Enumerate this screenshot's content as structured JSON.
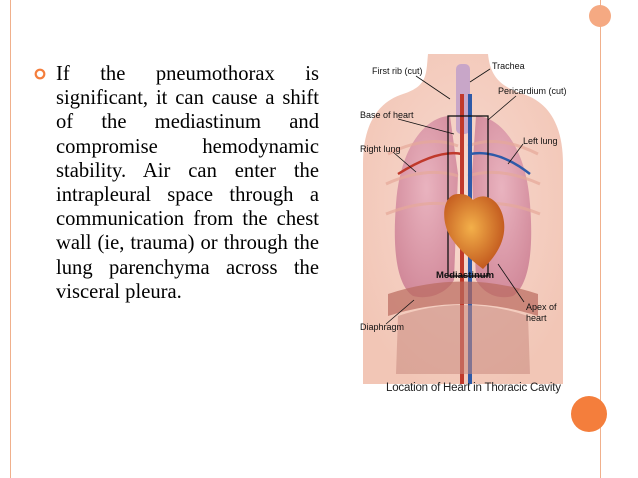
{
  "slide": {
    "bullet_text": "If the pneumothorax is significant, it can cause a shift of the mediastinum and compromise hemodynamic stability. Air can enter the intrapleural space through a communication from the chest wall (ie, trauma) or through the lung parenchyma across the visceral pleura."
  },
  "figure": {
    "labels": {
      "trachea": "Trachea",
      "first_rib": "First rib (cut)",
      "pericardium": "Pericardium (cut)",
      "base_of_heart": "Base of heart",
      "left_lung": "Left lung",
      "right_lung": "Right lung",
      "mediastinum": "Mediastinum",
      "apex_of_heart_line1": "Apex of",
      "apex_of_heart_line2": "heart",
      "diaphragm": "Diaphragm"
    },
    "caption": "Location of Heart in Thoracic Cavity"
  },
  "colors": {
    "accent_line": "#f0b08c",
    "dot_light": "#f5a982",
    "dot_dark": "#f47e3c",
    "bullet": "#f47e3c"
  }
}
